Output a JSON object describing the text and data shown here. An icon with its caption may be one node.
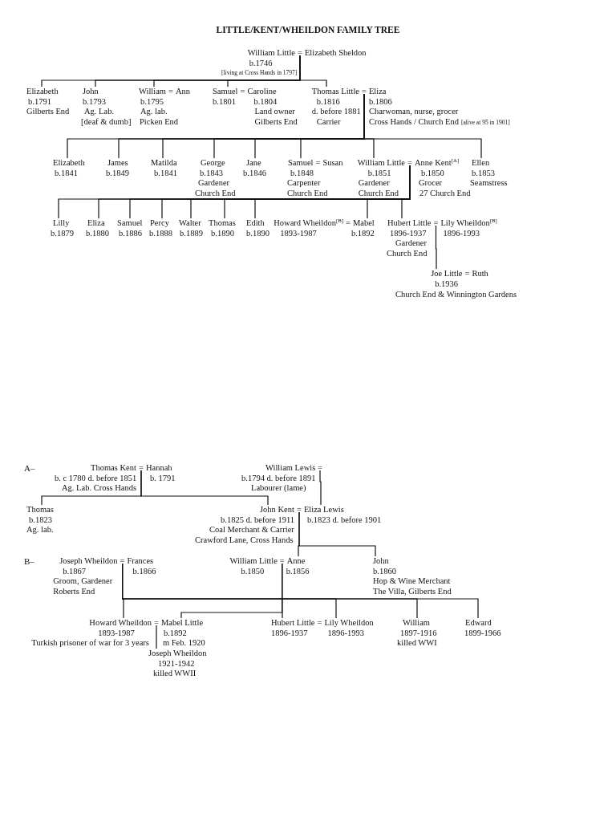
{
  "diagram": {
    "title": "LITTLE/KENT/WHEILDON FAMILY TREE",
    "nodes": [
      {
        "text": [
          "=",
          "[living at Cross Hands in 1797]"
        ]
      },
      {
        "text": [
          "William Little",
          "b.1746"
        ],
        "in": 0
      },
      {
        "text": [
          "Elizabeth Sheldon"
        ],
        "in": 0
      },
      {
        "text": [
          "Elizabeth",
          "b.1791",
          "Gilberts End"
        ]
      },
      {
        "text": [
          "John",
          "b.1793",
          "Ag. Lab.",
          "[deaf & dumb]"
        ]
      },
      {
        "text": [
          "="
        ]
      },
      {
        "text": [
          "William",
          "b.1795",
          "Ag. lab.",
          "Picken End"
        ],
        "in": 5
      },
      {
        "text": [
          "Ann"
        ],
        "in": 5
      },
      {
        "text": [
          "="
        ]
      },
      {
        "text": [
          "Samuel",
          "b.1801"
        ],
        "in": 8
      },
      {
        "text": [
          "Caroline",
          "b.1804",
          "Land owner",
          "Gilberts End"
        ],
        "in": 8
      },
      {
        "text": [
          "="
        ]
      },
      {
        "text": [
          "Thomas Little",
          "b.1816",
          "d. before 1881",
          "Carrier"
        ],
        "in": 11
      },
      {
        "text": [
          "Eliza",
          "b.1806",
          "Charwoman, nurse, grocer",
          "Cross Hands / Church End",
          "[alive at 95 in 1901]"
        ],
        "in": 11
      },
      {
        "text": [
          "Elizabeth",
          "b.1841"
        ]
      },
      {
        "text": [
          "James",
          "b.1849"
        ]
      },
      {
        "text": [
          "Matilda",
          "b.1841"
        ]
      },
      {
        "text": [
          "George",
          "b.1843",
          "Gardener",
          "Church End"
        ]
      },
      {
        "text": [
          "Jane",
          "b.1846"
        ]
      },
      {
        "text": [
          "="
        ]
      },
      {
        "text": [
          "Samuel",
          "b.1848",
          "Carpenter",
          "Church End"
        ],
        "in": 19
      },
      {
        "text": [
          "Susan"
        ],
        "in": 19
      },
      {
        "text": [
          "="
        ]
      },
      {
        "text": [
          "William Little",
          "b.1851",
          "Gardener",
          "Church End"
        ],
        "in": 22
      },
      {
        "text": [
          "Anne Kent$^{[A]}$",
          "b.1850",
          "Grocer",
          "27 Church End"
        ],
        "in": 22
      },
      {
        "text": [
          "Ellen",
          "b.1853",
          "Seamstress"
        ]
      },
      {
        "text": [
          "Lilly",
          "b.1879"
        ]
      },
      {
        "text": [
          "Eliza",
          "b.1880"
        ]
      },
      {
        "text": [
          "Samuel",
          "b.1886"
        ]
      },
      {
        "text": [
          "Percy",
          "b.1888"
        ]
      },
      {
        "text": [
          "Walter",
          "b.1889"
        ]
      },
      {
        "text": [
          "Thomas",
          "b.1890"
        ]
      },
      {
        "text": [
          "Edith",
          "b.1890"
        ]
      },
      {
        "text": [
          "="
        ]
      },
      {
        "text": [
          "Howard Wheildon$^{[B]}$",
          "1893-1987"
        ],
        "in": 33
      },
      {
        "text": [
          "Mabel",
          "b.1892"
        ],
        "in": 33
      },
      {
        "text": [
          "="
        ]
      },
      {
        "text": [
          "Hubert Little",
          "1896-1937",
          "Gardener",
          "Church End"
        ],
        "in": 36
      },
      {
        "text": [
          "Lily Wheildon$^{[B]}$",
          "1896-1993"
        ],
        "in": 36
      },
      {
        "text": [
          "=",
          "Church End & Winnington Gardens"
        ]
      },
      {
        "text": [
          "Joe Little",
          "b.1936"
        ],
        "in": 39
      },
      {
        "text": [
          "Ruth"
        ],
        "in": 39
      },
      {
        "text": [
          "="
        ]
      },
      {
        "text": [
          "Thomas Kent",
          "b. c 1780 d. before 1851",
          "Ag. Lab. Cross Hands"
        ],
        "in": 42
      },
      {
        "text": [
          "Hannah",
          "b. 1791"
        ],
        "in": 42
      },
      {
        "text": [
          "="
        ]
      },
      {
        "text": [
          "William Lewis",
          "b.1794 d. before 1891",
          "Labourer (lame)"
        ],
        "in": 45
      },
      {
        "text": [
          "Thomas",
          "b.1823",
          "Ag. lab."
        ]
      },
      {
        "text": [
          "="
        ]
      },
      {
        "text": [
          "John Kent",
          "b.1825 d. before 1911",
          "Coal Merchant & Carrier",
          "Crawford Lane, Cross Hands"
        ],
        "in": 48
      },
      {
        "text": [
          "Eliza Lewis",
          "b.1823 d. before 1901"
        ],
        "in": 48
      },
      {
        "text": [
          "="
        ]
      },
      {
        "text": [
          "Joseph Wheildon",
          "b.1867",
          "Groom, Gardener",
          "Roberts End"
        ],
        "in": 51
      },
      {
        "text": [
          "Frances",
          "b.1866"
        ],
        "in": 51
      },
      {
        "text": [
          "="
        ]
      },
      {
        "text": [
          "William Little",
          "b.1850"
        ],
        "in": 54
      },
      {
        "text": [
          "Anne",
          "b.1856"
        ],
        "in": 54
      },
      {
        "text": [
          "John",
          "b.1860",
          "Hop & Wine Merchant",
          "The Villa, Gilberts End"
        ]
      },
      {
        "text": [
          "="
        ]
      },
      {
        "text": [
          "Howard Wheildon",
          "1893-1987",
          "Turkish prisoner of war for 3 years"
        ],
        "in": 58
      },
      {
        "text": [
          "Mabel Little",
          "b.1892",
          "m Feb. 1920"
        ],
        "in": 58
      },
      {
        "text": [
          "="
        ]
      },
      {
        "text": [
          "Hubert Little",
          "1896-1937"
        ],
        "in": 61
      },
      {
        "text": [
          "Lily Wheildon",
          "1896-1993"
        ],
        "in": 61
      },
      {
        "text": [
          "William",
          "1897-1916",
          "killed WWI"
        ]
      },
      {
        "text": [
          "Edward",
          "1899-1966"
        ]
      },
      {
        "text": [
          "Joseph Wheildon",
          "1921-1942",
          "killed WWII"
        ]
      }
    ],
    "edges": [
      {
        "from": 0,
        "to": 3,
        "arrow": "none"
      },
      {
        "from": 0,
        "to": 4,
        "arrow": "none"
      },
      {
        "from": 0,
        "to": 6,
        "arrow": "none"
      },
      {
        "from": 0,
        "to": 9,
        "arrow": "none"
      },
      {
        "from": 0,
        "to": 12,
        "arrow": "none"
      },
      {
        "from": 11,
        "to": 14,
        "arrow": "none"
      },
      {
        "from": 11,
        "to": 15,
        "arrow": "none"
      },
      {
        "from": 11,
        "to": 16,
        "arrow": "none"
      },
      {
        "from": 11,
        "to": 17,
        "arrow": "none"
      },
      {
        "from": 11,
        "to": 18,
        "arrow": "none"
      },
      {
        "from": 11,
        "to": 20,
        "arrow": "none"
      },
      {
        "from": 11,
        "to": 23,
        "arrow": "none"
      },
      {
        "from": 11,
        "to": 25,
        "arrow": "none"
      },
      {
        "from": 22,
        "to": 26,
        "arrow": "none"
      },
      {
        "from": 22,
        "to": 27,
        "arrow": "none"
      },
      {
        "from": 22,
        "to": 28,
        "arrow": "none"
      },
      {
        "from": 22,
        "to": 29,
        "arrow": "none"
      },
      {
        "from": 22,
        "to": 30,
        "arrow": "none"
      },
      {
        "from": 22,
        "to": 31,
        "arrow": "none"
      },
      {
        "from": 22,
        "to": 32,
        "arrow": "none"
      },
      {
        "from": 22,
        "to": 35,
        "arrow": "none"
      },
      {
        "from": 22,
        "to": 37,
        "arrow": "none"
      },
      {
        "from": 36,
        "to": 40,
        "arrow": "none"
      },
      {
        "from": 42,
        "to": 47,
        "arrow": "none"
      },
      {
        "from": 42,
        "to": 49,
        "arrow": "none"
      },
      {
        "from": 45,
        "to": 50,
        "arrow": "none"
      },
      {
        "from": 48,
        "to": 56,
        "arrow": "none"
      },
      {
        "from": 48,
        "to": 57,
        "arrow": "none"
      },
      {
        "from": 51,
        "to": 59,
        "arrow": "none"
      },
      {
        "from": 51,
        "to": 63,
        "arrow": "none"
      },
      {
        "from": 51,
        "to": 64,
        "arrow": "none"
      },
      {
        "from": 51,
        "to": 65,
        "arrow": "none"
      },
      {
        "from": 54,
        "to": 60,
        "arrow": "none"
      },
      {
        "from": 54,
        "to": 62,
        "arrow": "none"
      },
      {
        "from": 58,
        "to": 66,
        "arrow": "none"
      }
    ],
    "labels": [
      "A–",
      "B–"
    ]
  }
}
